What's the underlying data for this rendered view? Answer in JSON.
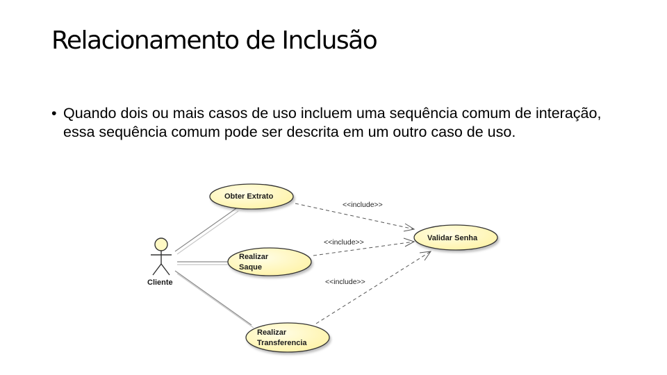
{
  "slide": {
    "title": "Relacionamento de Inclusão",
    "bullet_marker": "•",
    "bullet_text": "Quando dois ou mais casos de uso incluem uma sequência comum de interação, essa sequência comum pode ser descrita em um outro caso de uso."
  },
  "diagram": {
    "actor": {
      "label": "Cliente"
    },
    "use_cases": {
      "obter_extrato": {
        "line1": "Obter Extrato"
      },
      "realizar_saque": {
        "line1": "Realizar",
        "line2": "Saque"
      },
      "realizar_transferencia": {
        "line1": "Realizar",
        "line2": "Transferencia"
      },
      "validar_senha": {
        "line1": "Validar Senha"
      }
    },
    "include_labels": [
      "<<include>>",
      "<<include>>",
      "<<include>>"
    ],
    "colors": {
      "usecase_fill": "#fff9c4",
      "usecase_stroke": "#333333",
      "actor_fill": "#fff9c4"
    }
  }
}
